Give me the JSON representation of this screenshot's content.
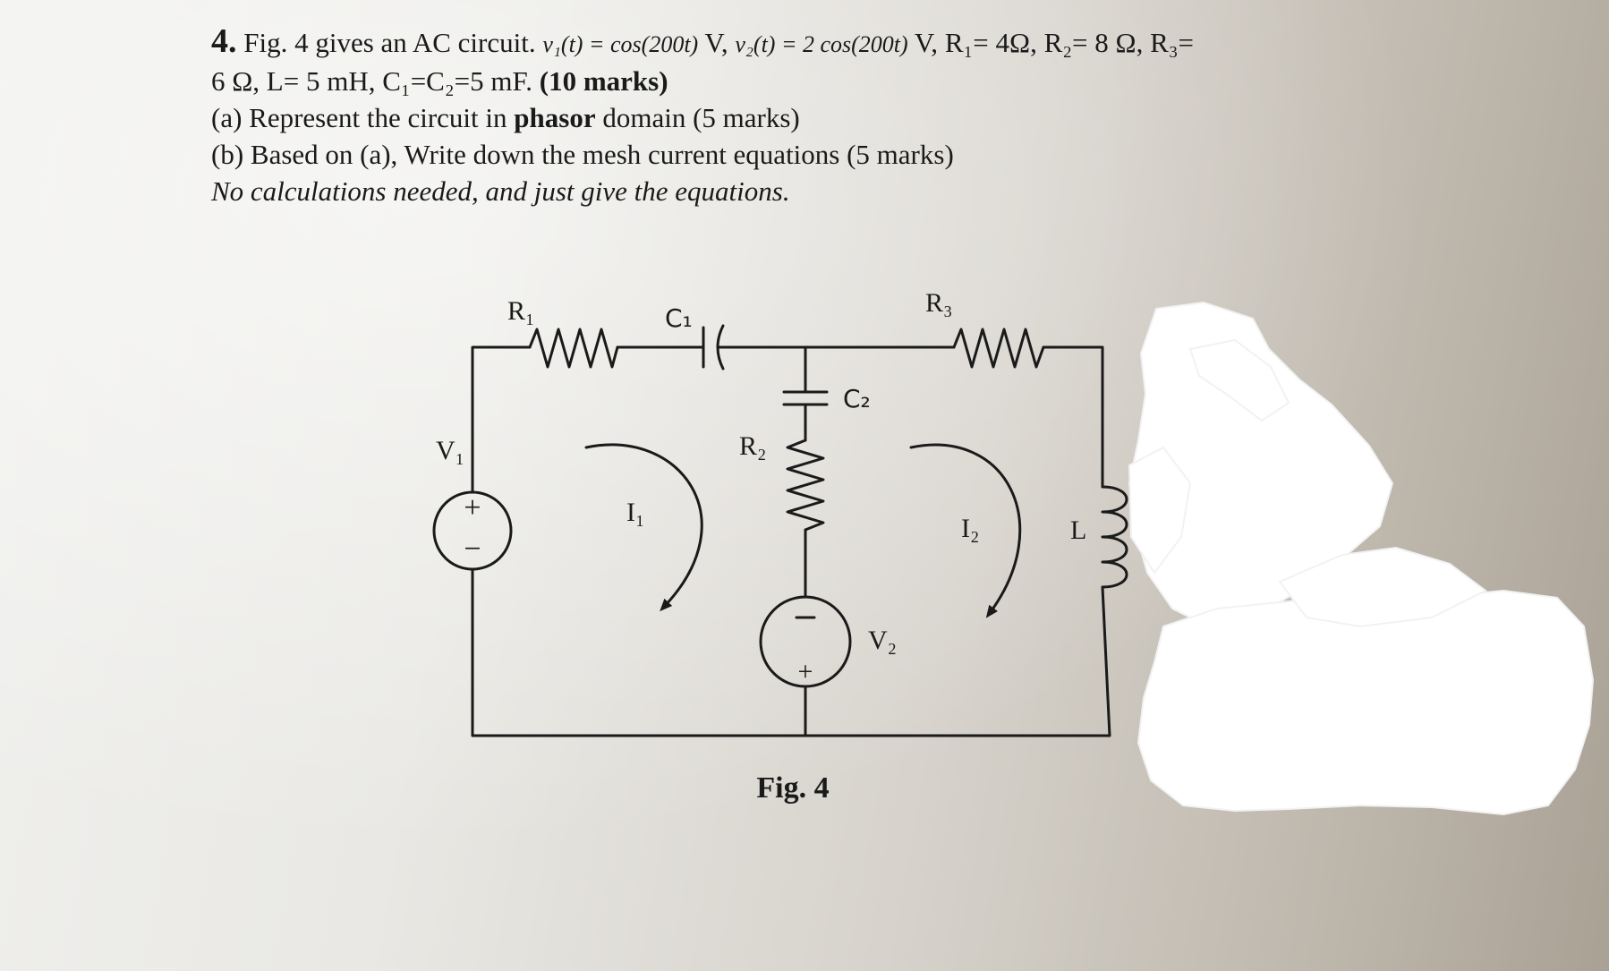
{
  "problem": {
    "number": "4.",
    "line1_text": "Fig. 4 gives an AC circuit.",
    "v1_expr": "v₁(t) = cos(200t)",
    "v1_unit": "V,",
    "v2_expr": "v₂(t) = 2 cos(200t)",
    "v2_unit": "V,",
    "line1_params": "R₁= 4Ω, R₂= 8 Ω, R₃=",
    "line2_params": "6 Ω,  L= 5 mH, C₁=C₂=5 mF.",
    "line2_marks": "(10 marks)",
    "part_a_pre": "(a) Represent the circuit in",
    "part_a_bold": "phasor",
    "part_a_post": "domain (5 marks)",
    "part_b": "(b) Based on (a), Write down the mesh current equations (5 marks)",
    "note": "No calculations needed, and just give the equations."
  },
  "circuit": {
    "labels": {
      "R1": "R₁",
      "C1": "C₁",
      "R3": "R₃",
      "C2": "C₂",
      "R2": "R₂",
      "V1": "V₁",
      "V2": "V₂",
      "I1": "I₁",
      "I2": "I₂",
      "L": "L",
      "plus": "+",
      "minus": "−"
    },
    "caption": "Fig. 4"
  },
  "colors": {
    "ink": "#1a1a1a",
    "redaction": "#ffffff"
  }
}
